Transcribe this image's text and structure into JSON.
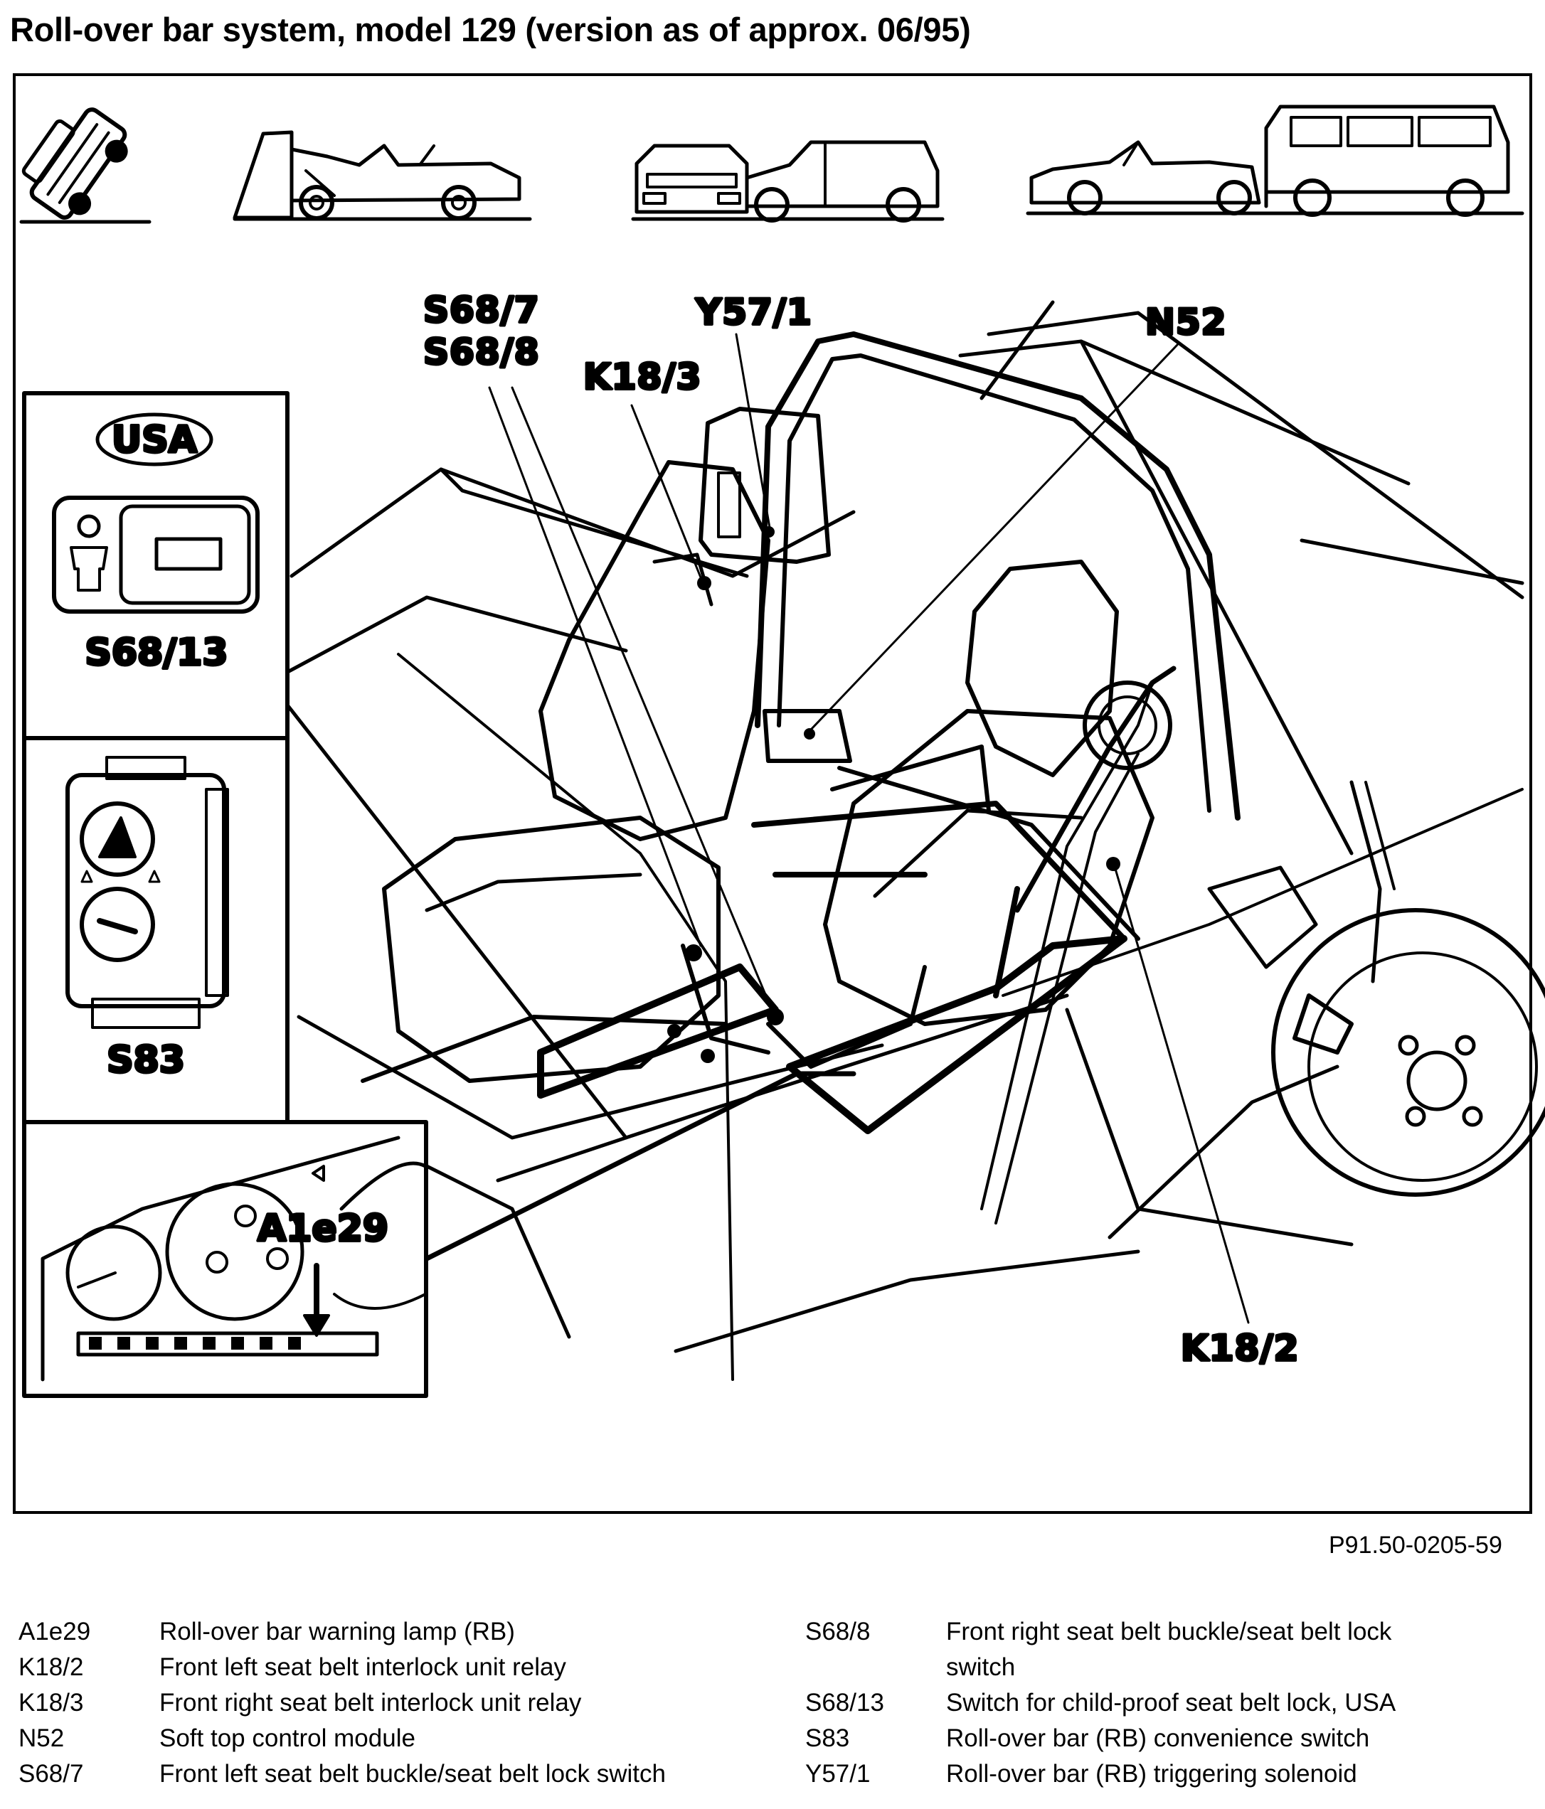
{
  "title": "Roll-over bar system, model 129 (version as of approx. 06/95)",
  "figure_ref": "P91.50-0205-59",
  "callouts": {
    "s68_7": "S68/7",
    "s68_8": "S68/8",
    "y57_1": "Y57/1",
    "k18_3": "K18/3",
    "n52": "N52",
    "k18_2": "K18/2"
  },
  "insets": {
    "usa_badge": "USA",
    "s68_13": "S68/13",
    "s83": "S83",
    "a1e29": "A1e29"
  },
  "scenario_icons": [
    "rollover-car-icon",
    "frontal-crash-wall-icon",
    "rear-end-collision-icon",
    "side-collision-icon"
  ],
  "legend_left": [
    {
      "code": "A1e29",
      "desc": "Roll-over bar warning lamp (RB)"
    },
    {
      "code": "K18/2",
      "desc": "Front left seat belt interlock unit relay"
    },
    {
      "code": "K18/3",
      "desc": "Front right seat belt interlock unit relay"
    },
    {
      "code": "N52",
      "desc": "Soft top control module"
    },
    {
      "code": "S68/7",
      "desc": "Front left seat belt buckle/seat belt lock switch"
    }
  ],
  "legend_right": [
    {
      "code": "S68/8",
      "desc": "Front right seat belt buckle/seat belt lock switch"
    },
    {
      "code": "S68/13",
      "desc": "Switch for child-proof seat belt lock, USA"
    },
    {
      "code": "S83",
      "desc": "Roll-over bar (RB) convenience switch"
    },
    {
      "code": "Y57/1",
      "desc": "Roll-over bar (RB) triggering solenoid"
    }
  ]
}
